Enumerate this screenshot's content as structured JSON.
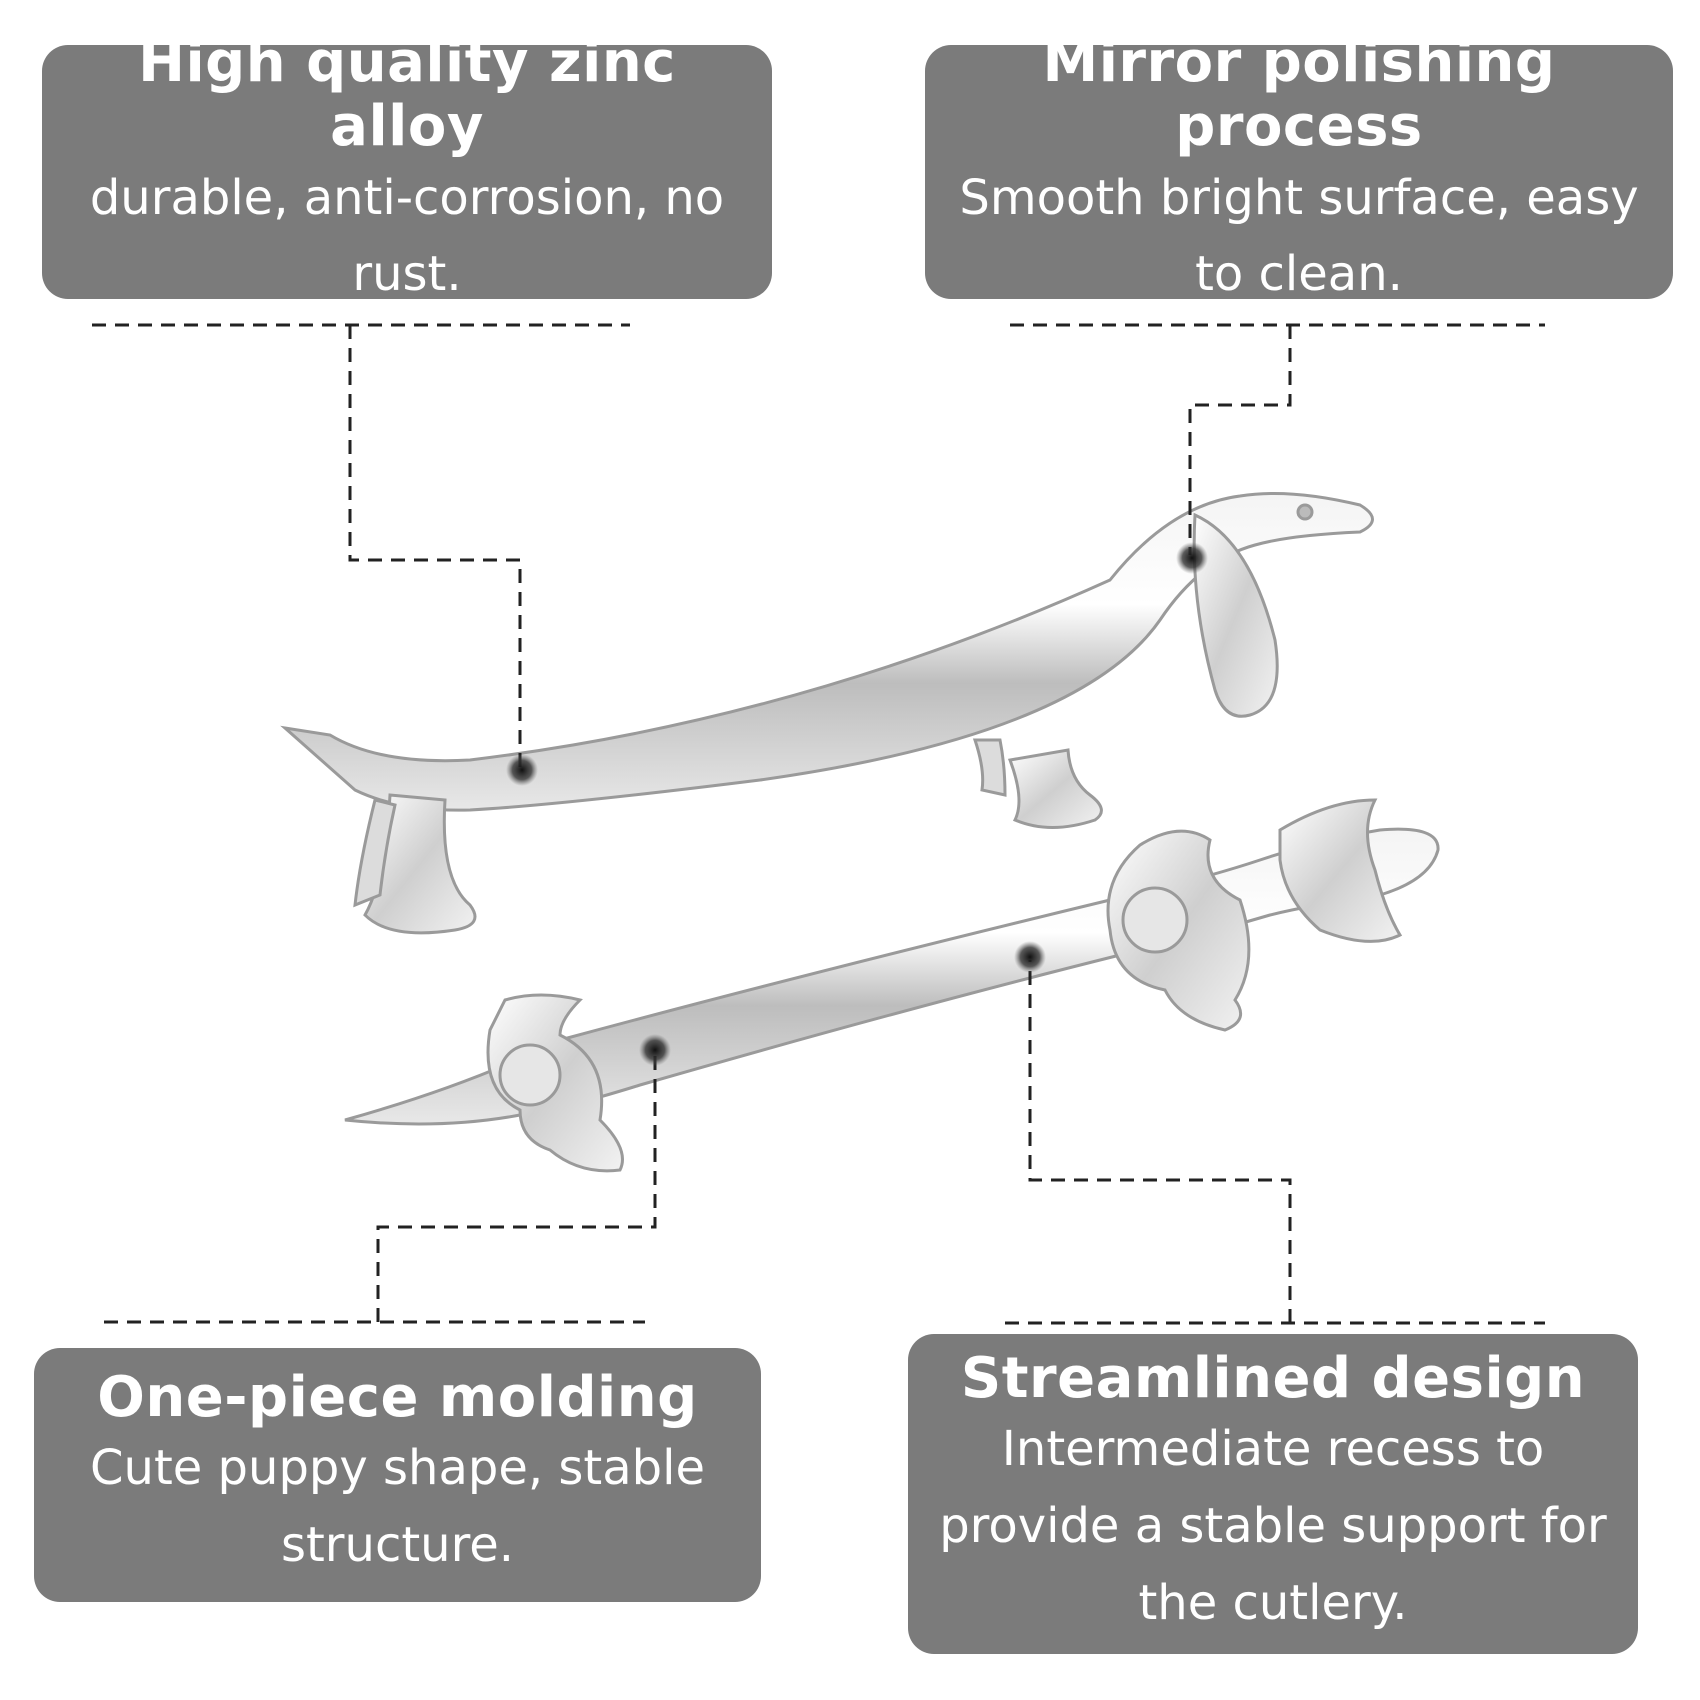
{
  "callouts": {
    "top_left": {
      "title": "High quality zinc alloy",
      "desc": "durable, anti-corrosion, no rust."
    },
    "top_right": {
      "title": "Mirror polishing process",
      "desc": "Smooth bright surface, easy to clean."
    },
    "bottom_left": {
      "title": "One-piece molding",
      "desc": "Cute puppy shape, stable structure."
    },
    "bottom_right": {
      "title": "Streamlined design",
      "desc": "Intermediate recess to provide a stable support for the cutlery."
    }
  },
  "colors": {
    "box_bg": "#7b7b7b",
    "text": "#ffffff",
    "leader": "#222222",
    "metal": "#c8c8c8"
  }
}
